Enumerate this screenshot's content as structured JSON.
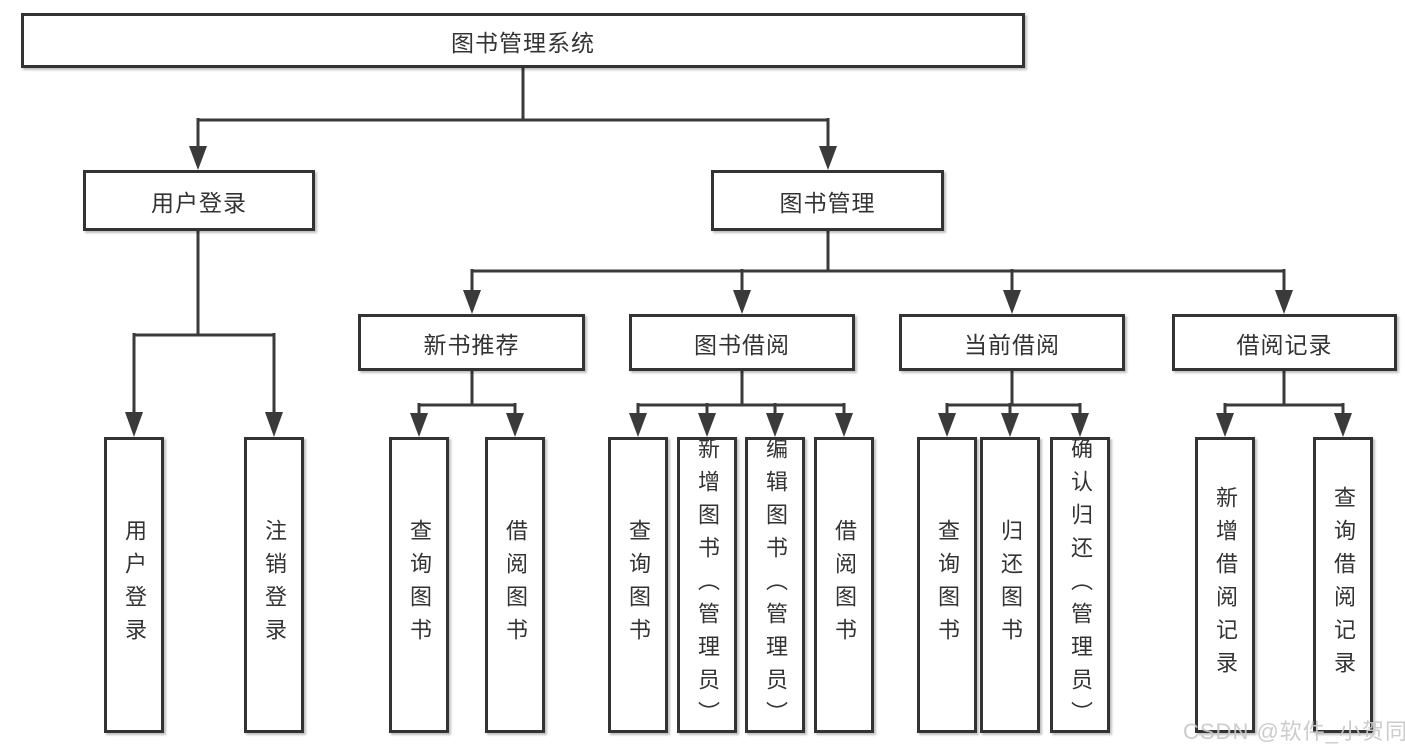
{
  "diagram": {
    "root": {
      "label": "图书管理系统"
    },
    "user_login": {
      "label": "用户登录",
      "children": [
        {
          "label": "用户登录"
        },
        {
          "label": "注销登录"
        }
      ]
    },
    "book_mgmt": {
      "label": "图书管理"
    },
    "new_book": {
      "label": "新书推荐",
      "children": [
        {
          "label": "查询图书"
        },
        {
          "label": "借阅图书"
        }
      ]
    },
    "book_borrow": {
      "label": "图书借阅",
      "children": [
        {
          "label": "查询图书"
        },
        {
          "label": "新增图书（管理员）"
        },
        {
          "label": "编辑图书（管理员）"
        },
        {
          "label": "借阅图书"
        }
      ]
    },
    "current_borrow": {
      "label": "当前借阅",
      "children": [
        {
          "label": "查询图书"
        },
        {
          "label": "归还图书"
        },
        {
          "label": "确认归还（管理员）"
        }
      ]
    },
    "borrow_records": {
      "label": "借阅记录",
      "children": [
        {
          "label": "新增借阅记录"
        },
        {
          "label": "查询借阅记录"
        }
      ]
    }
  },
  "watermark": {
    "text": "CSDN @软件_小贺同学"
  },
  "colors": {
    "line": "#3a3a3a",
    "box_border": "#333333",
    "text": "#333333",
    "watermark": "#c8c8c8",
    "background": "#ffffff"
  }
}
